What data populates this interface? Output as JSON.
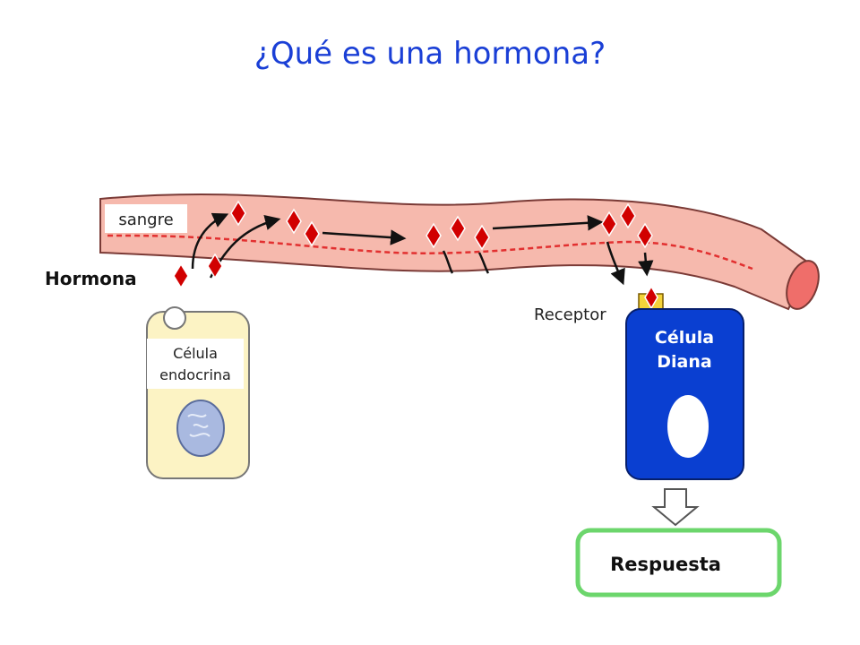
{
  "title": "¿Qué es una hormona?",
  "labels": {
    "blood": "sangre",
    "hormone": "Hormona",
    "endocrine_line1": "Célula",
    "endocrine_line2": "endocrina",
    "receptor": "Receptor",
    "target_line1": "Célula",
    "target_line2": "Diana",
    "response": "Respuesta"
  },
  "colors": {
    "title": "#1a3fd6",
    "vessel": "#f6b9ad",
    "vessel_edge": "#7a3a36",
    "hormone": "#d10000",
    "endocrine_cell": "#fcf3c4",
    "target_cell": "#0a3fd1",
    "receptor": "#f4d33a",
    "response_border": "#6cd66c"
  }
}
